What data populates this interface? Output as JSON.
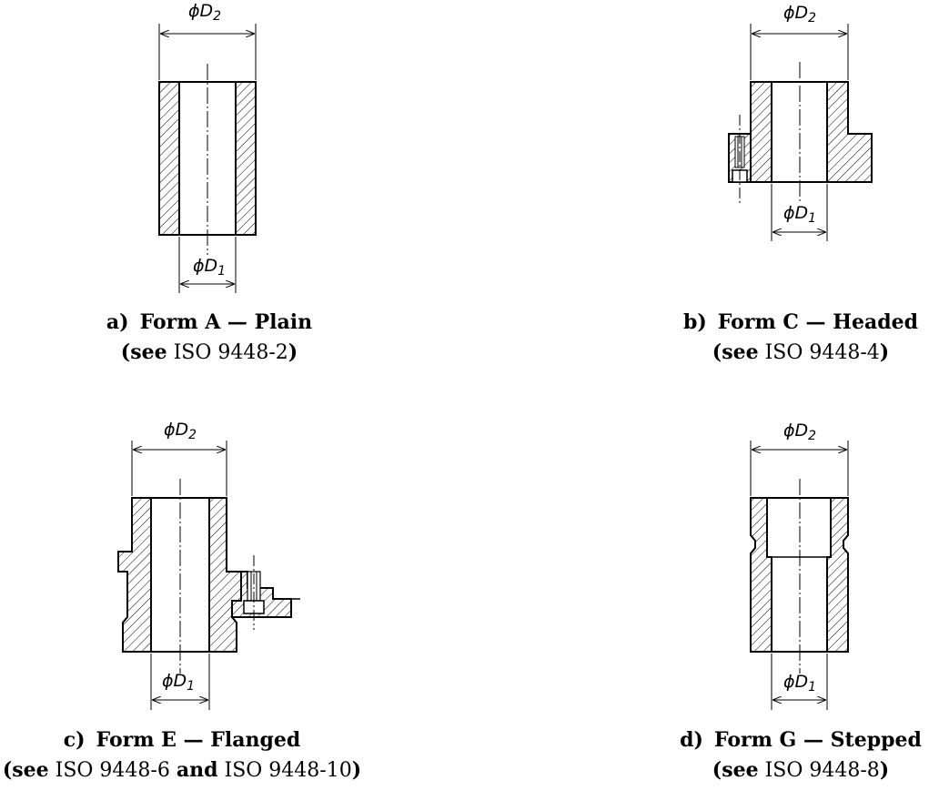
{
  "dimension_labels": {
    "d2": "ϕD2",
    "d1": "ϕD1",
    "d2_text": "ϕD",
    "d2_sub": "2",
    "d1_text": "ϕD",
    "d1_sub": "1"
  },
  "figures": [
    {
      "letter": "a)",
      "name": "Form A — Plain",
      "ref_see": "(see",
      "ref_std": "ISO 9448-2",
      "ref_close": ")"
    },
    {
      "letter": "b)",
      "name": "Form C — Headed",
      "ref_see": "(see",
      "ref_std": "ISO 9448-4",
      "ref_close": ")"
    },
    {
      "letter": "c)",
      "name": "Form E — Flanged",
      "ref_see": "(see",
      "ref_std": "ISO 9448-6",
      "ref_and": "and",
      "ref_std2": "ISO 9448-10",
      "ref_close": ")"
    },
    {
      "letter": "d)",
      "name": "Form G — Stepped",
      "ref_see": "(see",
      "ref_std": "ISO 9448-8",
      "ref_close": ")"
    }
  ]
}
